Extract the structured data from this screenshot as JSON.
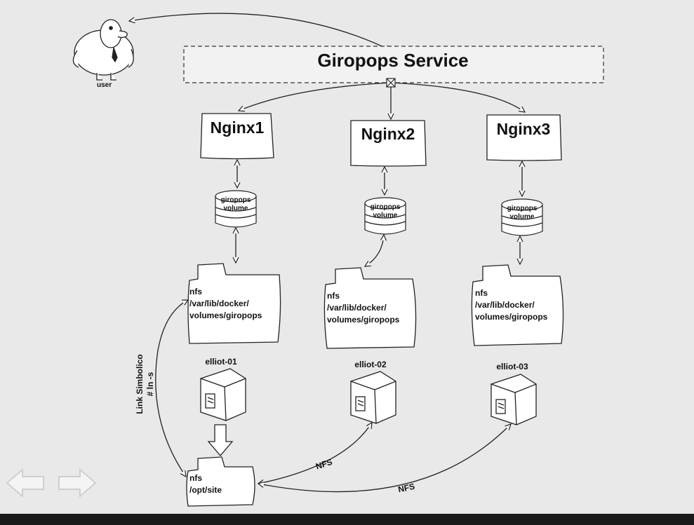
{
  "diagram": {
    "service_label": "Giropops Service",
    "user_label": "user",
    "nginx": [
      "Nginx1",
      "Nginx2",
      "Nginx3"
    ],
    "volume_line1": "giropops",
    "volume_line2": "volume",
    "folder_lines": [
      "nfs",
      "/var/lib/docker/",
      "volumes/giropops"
    ],
    "hosts": [
      "elliot-01",
      "elliot-02",
      "elliot-03"
    ],
    "site_folder_lines": [
      "nfs",
      "/opt/site"
    ],
    "nfs_label": "NFS",
    "symlink_line1": "Link Simbolico",
    "symlink_line2": "# ln -s"
  },
  "colors": {
    "background": "#e9e9e9",
    "stroke": "#222222",
    "fill": "#ffffff"
  },
  "icons": [
    "user-icon",
    "server-icon",
    "folder-icon",
    "volume-icon",
    "arrow-down-icon",
    "arrow-left-icon",
    "arrow-right-icon"
  ]
}
